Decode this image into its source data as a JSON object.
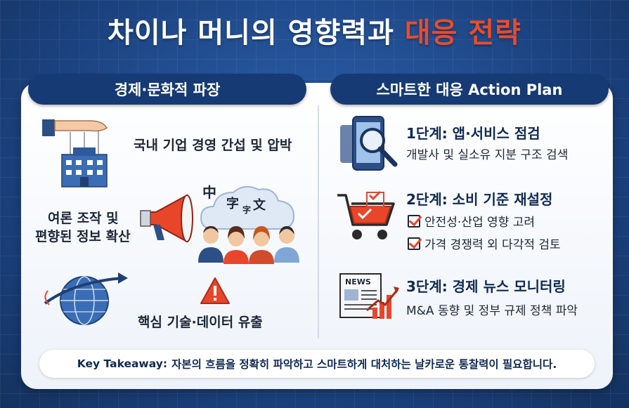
{
  "title": {
    "main": "차이나 머니의 영향력과",
    "accent": "대응 전략"
  },
  "left": {
    "header": "경제·문화적 파장",
    "items": [
      "국내 기업 경영 간섭 및 압박",
      "여론 조작 및",
      "편향된 정보 확산",
      "핵심 기술·데이터 유출"
    ],
    "cloud_chars": [
      "中",
      "字",
      "字",
      "文"
    ]
  },
  "right": {
    "header": "스마트한 대응 Action Plan",
    "steps": [
      {
        "title": "1단계: 앱·서비스 점검",
        "desc": "개발사 및 실소유 지분 구조 검색"
      },
      {
        "title": "2단계: 소비 기준 재설정",
        "checks": [
          "안전성·산업 영향 고려",
          "가격 경쟁력 외 다각적 검토"
        ]
      },
      {
        "title": "3단계: 경제 뉴스 모니터링",
        "desc": "M&A 동향 및 정부 규제 정책 파악",
        "news_label": "NEWS"
      }
    ]
  },
  "takeaway": {
    "label": "Key Takeaway:",
    "text": "자본의 흐름을 정확히 파악하고 스마트하게 대처하는 날카로운 통찰력이 필요합니다."
  },
  "colors": {
    "background": "#1f4a8c",
    "accent": "#e84c2e",
    "pill": "#163a73",
    "text_dark": "#102a52"
  }
}
